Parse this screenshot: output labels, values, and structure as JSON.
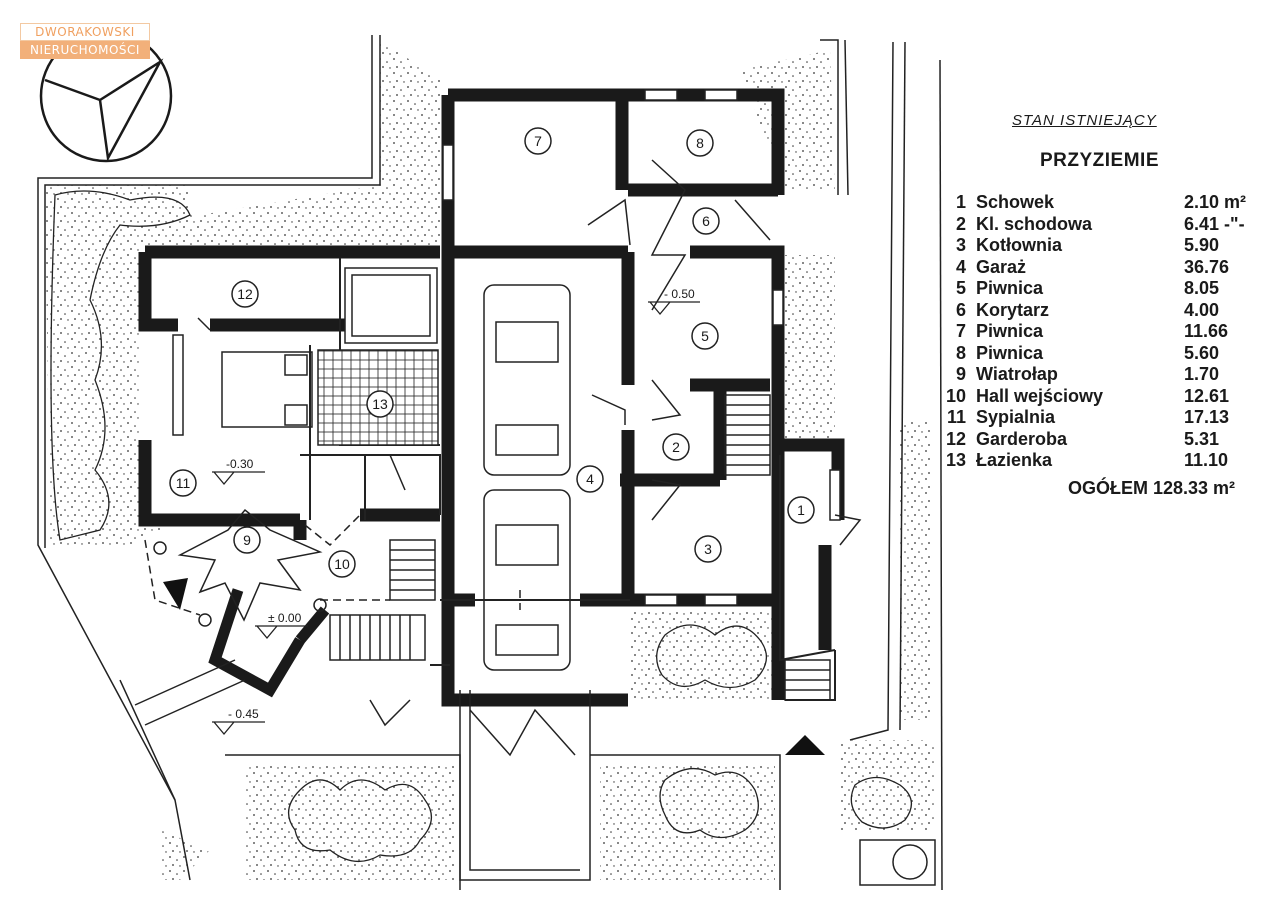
{
  "logo": {
    "line1": "DWORAKOWSKI",
    "line2": "NIERUCHOMOŚCI"
  },
  "legend": {
    "header": "STAN ISTNIEJĄCY",
    "title": "PRZYZIEMIE",
    "rooms": [
      {
        "num": "1",
        "name": "Schowek",
        "area": "2.10  m²"
      },
      {
        "num": "2",
        "name": "Kl. schodowa",
        "area": "6.41 -\"-"
      },
      {
        "num": "3",
        "name": "Kotłownia",
        "area": "5.90"
      },
      {
        "num": "4",
        "name": "Garaż",
        "area": "36.76"
      },
      {
        "num": "5",
        "name": "Piwnica",
        "area": "8.05"
      },
      {
        "num": "6",
        "name": "Korytarz",
        "area": "4.00"
      },
      {
        "num": "7",
        "name": "Piwnica",
        "area": "11.66"
      },
      {
        "num": "8",
        "name": "Piwnica",
        "area": "5.60"
      },
      {
        "num": "9",
        "name": "Wiatrołap",
        "area": "1.70"
      },
      {
        "num": "10",
        "name": "Hall wejściowy",
        "area": "12.61"
      },
      {
        "num": "11",
        "name": "Sypialnia",
        "area": "17.13"
      },
      {
        "num": "12",
        "name": "Garderoba",
        "area": "5.31"
      },
      {
        "num": "13",
        "name": "Łazienka",
        "area": "11.10"
      }
    ],
    "total": "OGÓŁEM 128.33 m²"
  },
  "plan": {
    "room_labels": [
      "7",
      "8",
      "6",
      "12",
      "5",
      "13",
      "2",
      "4",
      "11",
      "1",
      "9",
      "3",
      "10"
    ],
    "levels": [
      "- 0.50",
      "-0.30",
      "± 0.00",
      "- 0.45"
    ]
  }
}
